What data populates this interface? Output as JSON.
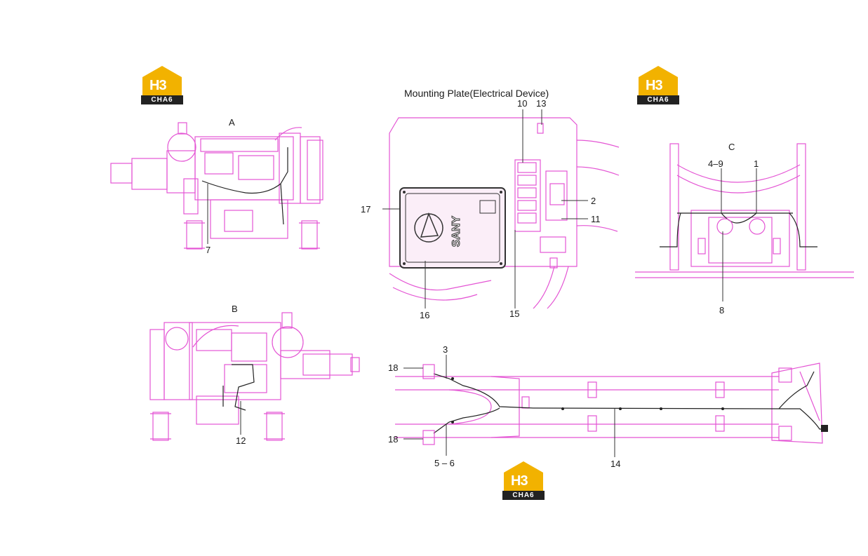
{
  "logo": {
    "mark": "H3",
    "text": "CHA6"
  },
  "colors": {
    "drawing": "#e455d4",
    "wire": "#222222",
    "logo_yellow": "#f2b200",
    "logo_dark": "#222222"
  },
  "plate_title": "Mounting Plate(Electrical Device)",
  "views": {
    "a": "A",
    "b": "B",
    "c": "C"
  },
  "callouts": {
    "c1": "1",
    "c2": "2",
    "c3": "3",
    "c4_9": "4–9",
    "c5_6": "5 – 6",
    "c7": "7",
    "c8": "8",
    "c10": "10",
    "c11": "11",
    "c12": "12",
    "c13": "13",
    "c14": "14",
    "c15": "15",
    "c16": "16",
    "c17": "17",
    "c18_top": "18",
    "c18_bottom": "18"
  },
  "ecu_brand": "SANY"
}
